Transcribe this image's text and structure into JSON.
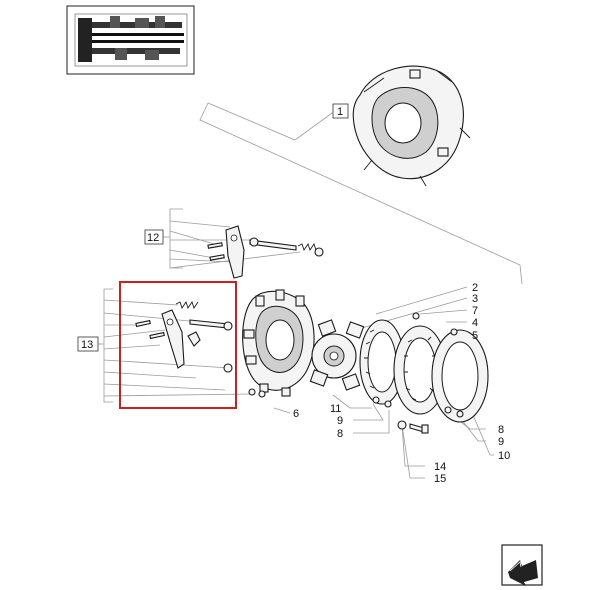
{
  "diagram": {
    "callouts": {
      "c1": "1",
      "c2": "2",
      "c3": "3",
      "c4": "4",
      "c5": "5",
      "c6": "6",
      "c7": "7",
      "c8a": "8",
      "c8b": "8",
      "c9a": "9",
      "c9b": "9",
      "c10": "10",
      "c11": "11",
      "c12": "12",
      "c13": "13",
      "c14": "14",
      "c15": "15"
    },
    "highlight_color": "#cc1f1f",
    "line_color": "#9a9a9a",
    "icons": [
      "thumbnail-overview-icon",
      "next-page-arrow-icon"
    ]
  }
}
